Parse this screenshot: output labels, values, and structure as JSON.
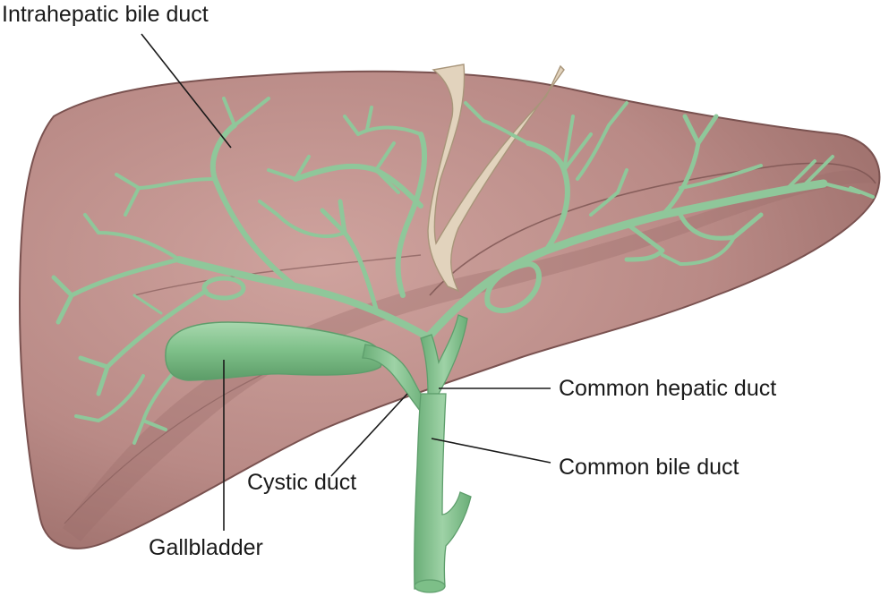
{
  "labels": {
    "intrahepatic_bile_duct": "Intrahepatic bile duct",
    "common_hepatic_duct": "Common hepatic duct",
    "common_bile_duct": "Common bile duct",
    "cystic_duct": "Cystic duct",
    "gallbladder": "Gallbladder"
  },
  "colors": {
    "liver_fill": "#b98a86",
    "liver_shadow": "#9c6d6a",
    "liver_outline": "#7a5250",
    "duct_green": "#8fc79a",
    "duct_dark": "#5e9e6c",
    "ligament": "#e2d3bd",
    "leader_line": "#1a1a1a"
  }
}
